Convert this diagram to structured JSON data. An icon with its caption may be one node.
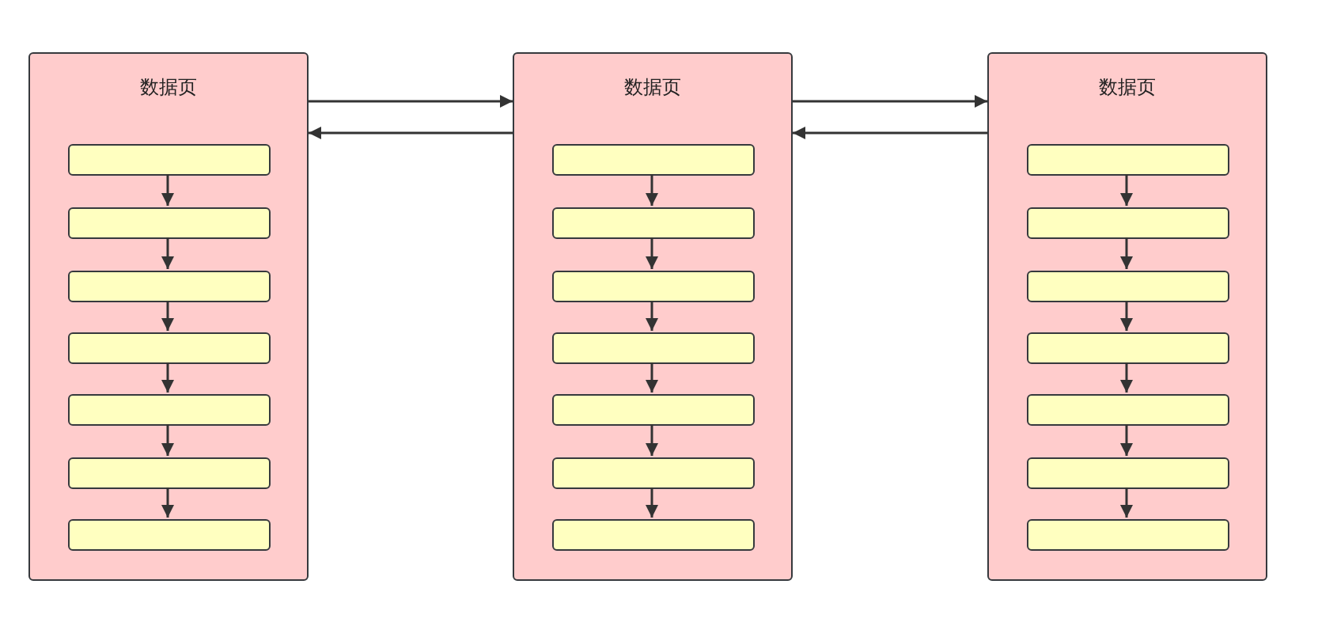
{
  "diagram": {
    "nodes": [
      {
        "text": [
          "数据页"
        ]
      },
      {
        "text": [],
        "shape": "box",
        "in": 0
      },
      {
        "text": [],
        "shape": "box",
        "in": 0
      },
      {
        "text": [],
        "shape": "box",
        "in": 0
      },
      {
        "text": [],
        "shape": "box",
        "in": 0
      },
      {
        "text": [],
        "shape": "box",
        "in": 0
      },
      {
        "text": [],
        "shape": "box",
        "in": 0
      },
      {
        "text": [],
        "shape": "box",
        "in": 0
      },
      {
        "text": [
          "数据页"
        ]
      },
      {
        "text": [],
        "shape": "box",
        "in": 8
      },
      {
        "text": [],
        "shape": "box",
        "in": 8
      },
      {
        "text": [],
        "shape": "box",
        "in": 8
      },
      {
        "text": [],
        "shape": "box",
        "in": 8
      },
      {
        "text": [],
        "shape": "box",
        "in": 8
      },
      {
        "text": [],
        "shape": "box",
        "in": 8
      },
      {
        "text": [],
        "shape": "box",
        "in": 8
      },
      {
        "text": [
          "数据页"
        ]
      },
      {
        "text": [],
        "shape": "box",
        "in": 16
      },
      {
        "text": [],
        "shape": "box",
        "in": 16
      },
      {
        "text": [],
        "shape": "box",
        "in": 16
      },
      {
        "text": [],
        "shape": "box",
        "in": 16
      },
      {
        "text": [],
        "shape": "box",
        "in": 16
      },
      {
        "text": [],
        "shape": "box",
        "in": 16
      },
      {
        "text": [],
        "shape": "box",
        "in": 16
      }
    ],
    "edges": [
      {
        "from": 0,
        "to": 8,
        "arrow": "to"
      },
      {
        "from": 8,
        "to": 0,
        "arrow": "to"
      },
      {
        "from": 8,
        "to": 16,
        "arrow": "to"
      },
      {
        "from": 16,
        "to": 8,
        "arrow": "to"
      },
      {
        "from": 1,
        "to": 2,
        "arrow": "to"
      },
      {
        "from": 2,
        "to": 3,
        "arrow": "to"
      },
      {
        "from": 3,
        "to": 4,
        "arrow": "to"
      },
      {
        "from": 4,
        "to": 5,
        "arrow": "to"
      },
      {
        "from": 5,
        "to": 6,
        "arrow": "to"
      },
      {
        "from": 6,
        "to": 7,
        "arrow": "to"
      },
      {
        "from": 9,
        "to": 10,
        "arrow": "to"
      },
      {
        "from": 10,
        "to": 11,
        "arrow": "to"
      },
      {
        "from": 11,
        "to": 12,
        "arrow": "to"
      },
      {
        "from": 12,
        "to": 13,
        "arrow": "to"
      },
      {
        "from": 13,
        "to": 14,
        "arrow": "to"
      },
      {
        "from": 14,
        "to": 15,
        "arrow": "to"
      },
      {
        "from": 17,
        "to": 18,
        "arrow": "to"
      },
      {
        "from": 18,
        "to": 19,
        "arrow": "to"
      },
      {
        "from": 19,
        "to": 20,
        "arrow": "to"
      },
      {
        "from": 20,
        "to": 21,
        "arrow": "to"
      },
      {
        "from": 21,
        "to": 22,
        "arrow": "to"
      },
      {
        "from": 22,
        "to": 23,
        "arrow": "to"
      }
    ]
  }
}
